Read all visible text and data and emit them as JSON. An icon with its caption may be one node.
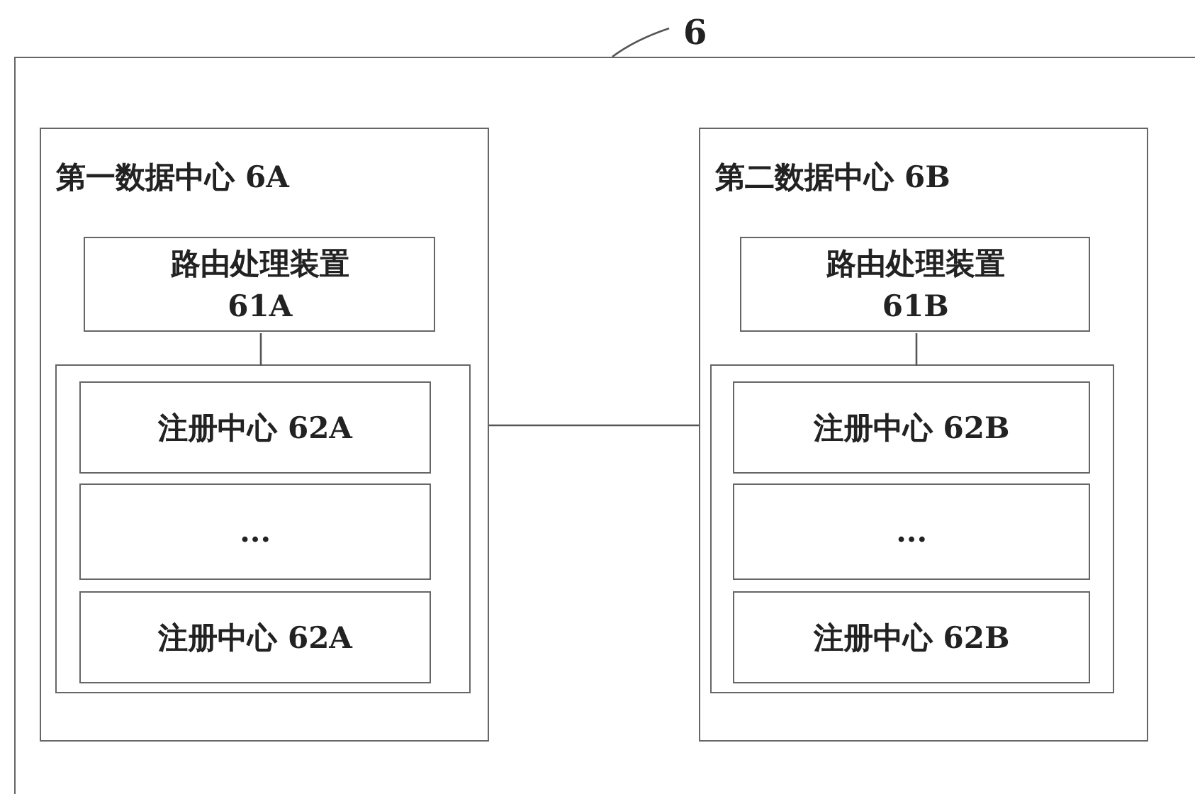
{
  "diagram": {
    "nodes": [
      {
        "text": [],
        "shape": "box"
      },
      {
        "text": [
          "6"
        ]
      },
      {
        "text": [
          "第一数据中心 6A"
        ],
        "in": 0
      },
      {
        "text": [
          "路由处理装置 61A"
        ],
        "in": 2
      },
      {
        "text": [],
        "shape": "box",
        "in": 2
      },
      {
        "text": [
          "注册中心 62A"
        ],
        "in": 4
      },
      {
        "text": [
          "..."
        ],
        "in": 4
      },
      {
        "text": [
          "注册中心 62A"
        ],
        "in": 4
      },
      {
        "text": [
          "第二数据中心 6B"
        ],
        "in": 0
      },
      {
        "text": [
          "路由处理装置 61B"
        ],
        "in": 8
      },
      {
        "text": [],
        "shape": "box",
        "in": 8
      },
      {
        "text": [
          "注册中心 62B"
        ],
        "in": 10
      },
      {
        "text": [
          "..."
        ],
        "in": 10
      },
      {
        "text": [
          "注册中心 62B"
        ],
        "in": 10
      }
    ],
    "edges": [
      {
        "from": 1,
        "to": 0,
        "arrow": "none"
      },
      {
        "from": 3,
        "to": 4,
        "arrow": "none"
      },
      {
        "from": 9,
        "to": 10,
        "arrow": "none"
      },
      {
        "from": 2,
        "to": 8,
        "arrow": "none"
      }
    ]
  }
}
